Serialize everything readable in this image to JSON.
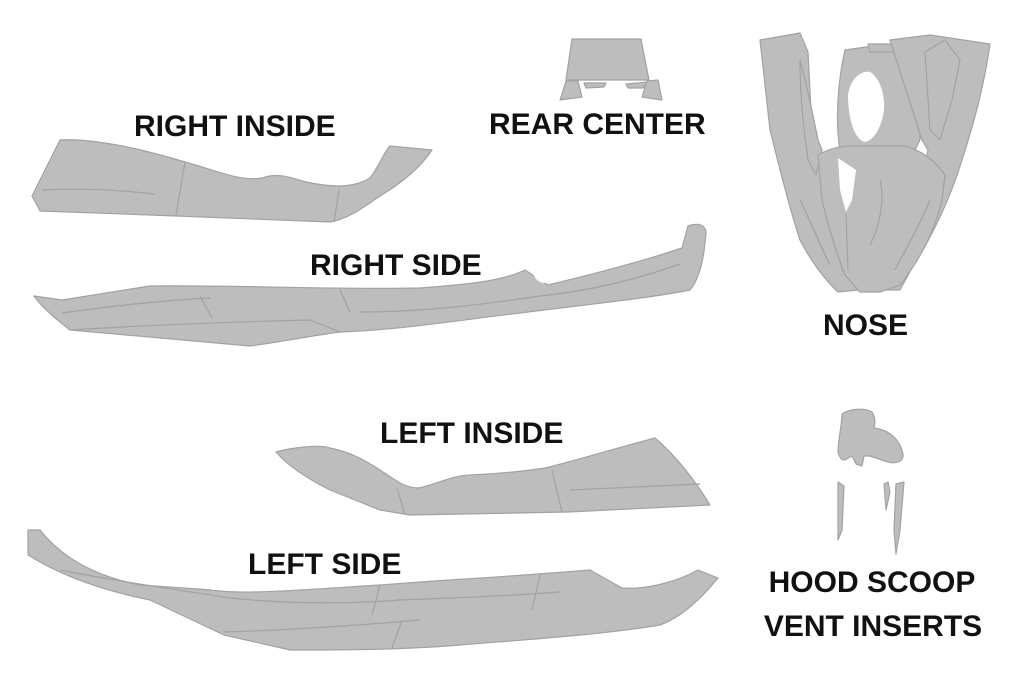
{
  "colors": {
    "part_fill": "#bdbdbd",
    "part_line": "#a2a2a2",
    "label": "#111111",
    "background": "#ffffff"
  },
  "labels": {
    "right_inside": "RIGHT INSIDE",
    "rear_center": "REAR CENTER",
    "right_side": "RIGHT SIDE",
    "nose": "NOSE",
    "left_inside": "LEFT INSIDE",
    "left_side": "LEFT SIDE",
    "hood_scoop_line1": "HOOD SCOOP",
    "hood_scoop_line2": "VENT INSERTS"
  }
}
